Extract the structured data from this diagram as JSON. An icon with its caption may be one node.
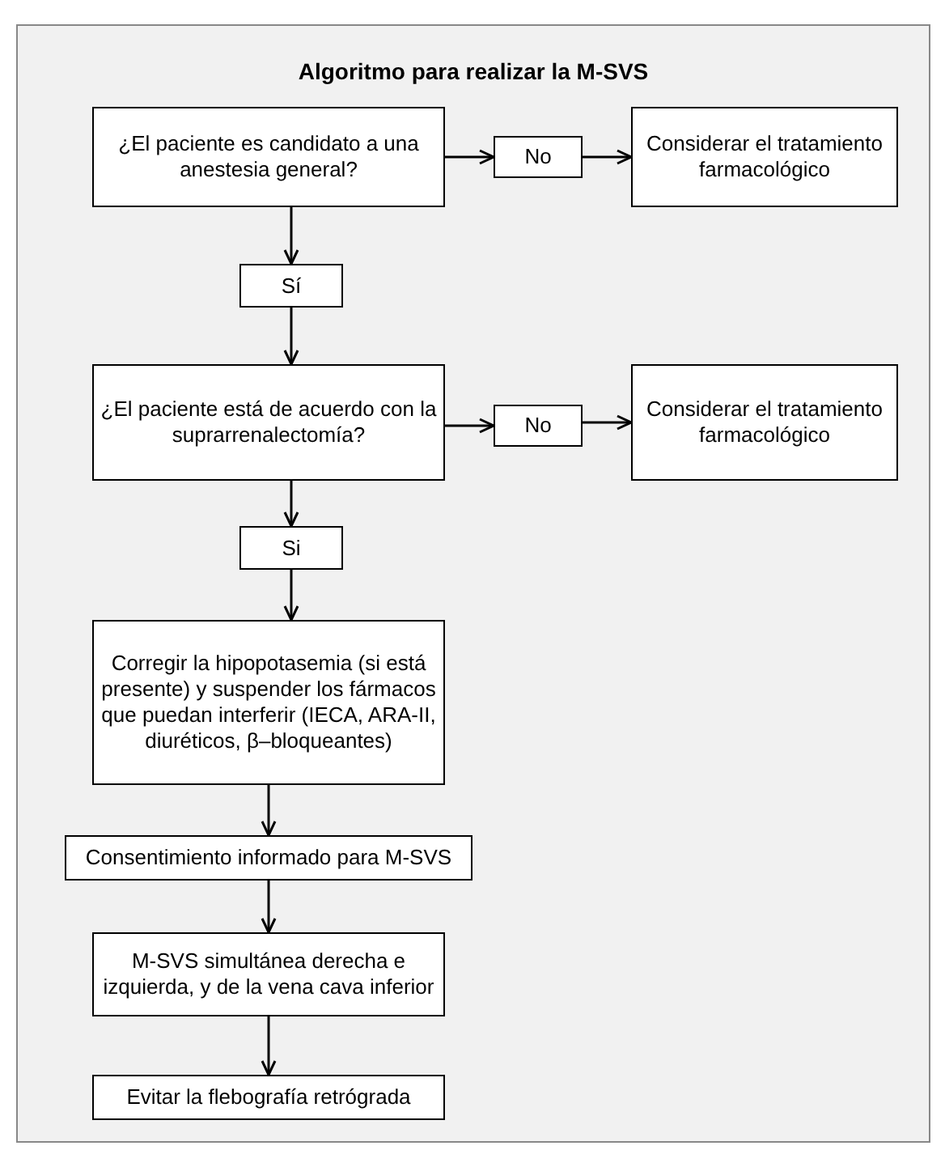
{
  "diagram": {
    "title": "Algoritmo para realizar la M-SVS",
    "nodes": [
      {
        "text": [
          "¿El paciente es candidato a una anestesia general?"
        ]
      },
      {
        "text": [
          "No"
        ]
      },
      {
        "text": [
          "Considerar el tratamiento farmacológico"
        ]
      },
      {
        "text": [
          "Sí"
        ]
      },
      {
        "text": [
          "¿El paciente está de acuerdo con la suprarrenalectomía?"
        ]
      },
      {
        "text": [
          "No"
        ]
      },
      {
        "text": [
          "Considerar el tratamiento farmacológico"
        ]
      },
      {
        "text": [
          "Si"
        ]
      },
      {
        "text": [
          "Corregir la hipopotasemia (si está presente) y suspender los fármacos que puedan interferir (IECA, ARA-II, diuréticos, β–bloqueantes)"
        ]
      },
      {
        "text": [
          "Consentimiento informado para M-SVS"
        ]
      },
      {
        "text": [
          "M-SVS simultánea derecha e izquierda, y de la vena cava inferior"
        ]
      },
      {
        "text": [
          "Evitar la flebografía retrógrada"
        ]
      }
    ],
    "edges": [
      {
        "from": 0,
        "to": 1,
        "arrow": "to"
      },
      {
        "from": 1,
        "to": 2,
        "arrow": "to"
      },
      {
        "from": 0,
        "to": 3,
        "arrow": "to"
      },
      {
        "from": 3,
        "to": 4,
        "arrow": "to"
      },
      {
        "from": 4,
        "to": 5,
        "arrow": "to"
      },
      {
        "from": 5,
        "to": 6,
        "arrow": "to"
      },
      {
        "from": 4,
        "to": 7,
        "arrow": "to"
      },
      {
        "from": 7,
        "to": 8,
        "arrow": "to"
      },
      {
        "from": 8,
        "to": 9,
        "arrow": "to"
      },
      {
        "from": 9,
        "to": 10,
        "arrow": "to"
      },
      {
        "from": 10,
        "to": 11,
        "arrow": "to"
      }
    ]
  }
}
